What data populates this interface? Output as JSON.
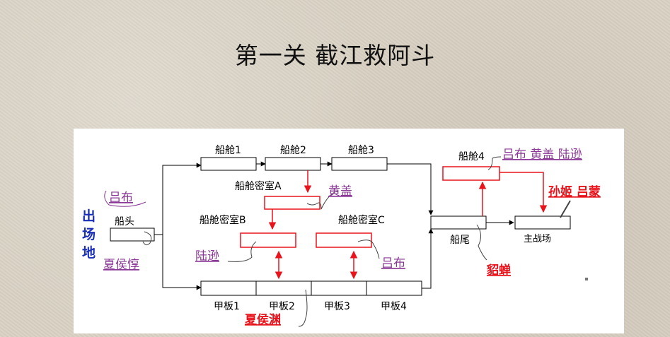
{
  "title": "第一关 截江救阿斗",
  "start_label": [
    "出",
    "场",
    "地"
  ],
  "nodes": {
    "bow": "船头",
    "cabin1": "船舱1",
    "cabin2": "船舱2",
    "cabin3": "船舱3",
    "cabin4": "船舱4",
    "secret_a": "船舱密室A",
    "secret_b": "船舱密室B",
    "secret_c": "船舱密室C",
    "deck1": "甲板1",
    "deck2": "甲板2",
    "deck3": "甲板3",
    "deck4": "甲板4",
    "stern": "船尾",
    "main": "主战场"
  },
  "annotations": {
    "bow_top": "吕布",
    "bow_bottom": "夏侯惇",
    "secret_a": "黄盖",
    "secret_b": "陆逊",
    "secret_c": "吕布",
    "cabin4": "吕布 黄盖 陆逊",
    "main": "孙姬 吕蒙",
    "stern": "貂蝉",
    "deck2": "夏侯渊"
  },
  "colors": {
    "purple_link": "#8a3a96",
    "red_link": "#e8131b",
    "blue_text": "#1a2fb8"
  }
}
